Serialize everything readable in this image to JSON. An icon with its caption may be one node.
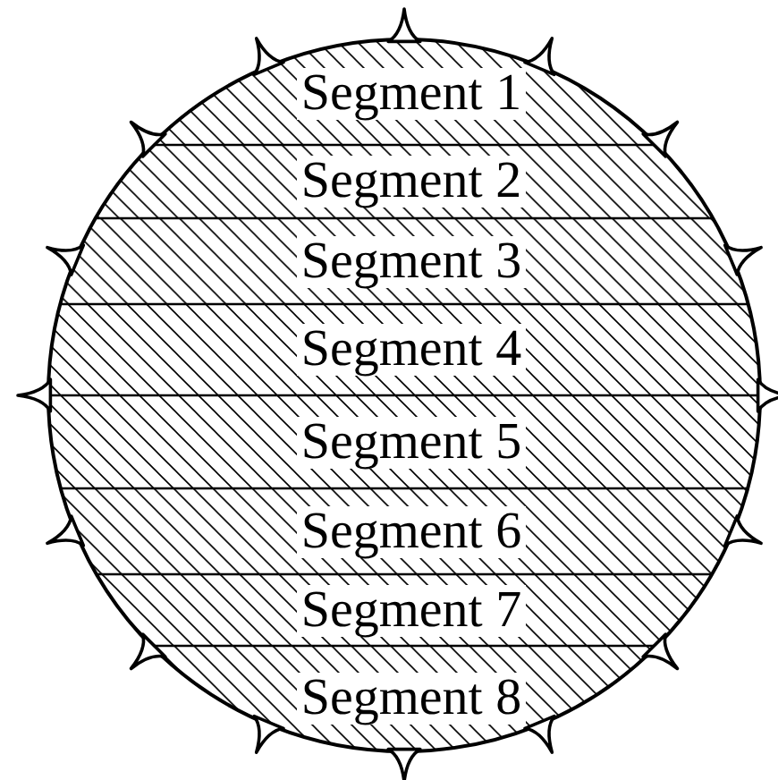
{
  "diagram": {
    "nodes": [
      {
        "text": [
          "Segment 1"
        ]
      },
      {
        "text": [
          "Segment 2"
        ]
      },
      {
        "text": [
          "Segment 3"
        ]
      },
      {
        "text": [
          "Segment 4"
        ]
      },
      {
        "text": [
          "Segment 5"
        ]
      },
      {
        "text": [
          "Segment 6"
        ]
      },
      {
        "text": [
          "Segment 7"
        ]
      },
      {
        "text": [
          "Segment 8"
        ]
      }
    ]
  }
}
